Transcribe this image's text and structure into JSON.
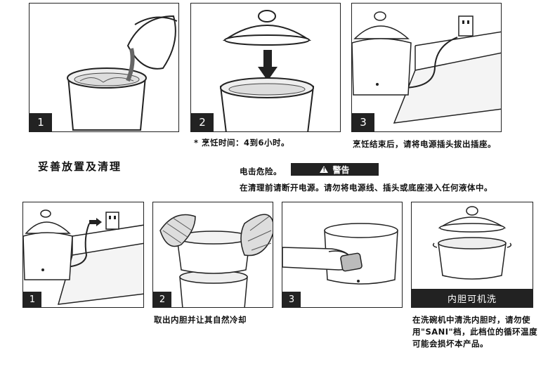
{
  "top_steps": [
    {
      "number": "1"
    },
    {
      "number": "2"
    },
    {
      "number": "3"
    }
  ],
  "cooking_time_note": "* 烹饪时间：4到6小时。",
  "unplug_note": "烹饪结束后，请将电源插头拔出插座。",
  "care_heading": "妥善放置及清理",
  "shock_hazard": "电击危险。",
  "warning_label": "警告",
  "warning_text": "在清理前请断开电源。请勿将电源线、插头或底座浸入任何液体中。",
  "bottom_steps": [
    {
      "number": "1"
    },
    {
      "number": "2"
    },
    {
      "number": "3"
    }
  ],
  "dishwasher_label": "内胆可机洗",
  "remove_liner_note": "取出内胆并让其自然冷却",
  "dishwasher_note": "在洗碗机中清洗内胆时，请勿使用\"SANI\"档，此档位的循环温度可能会损坏本产品。"
}
